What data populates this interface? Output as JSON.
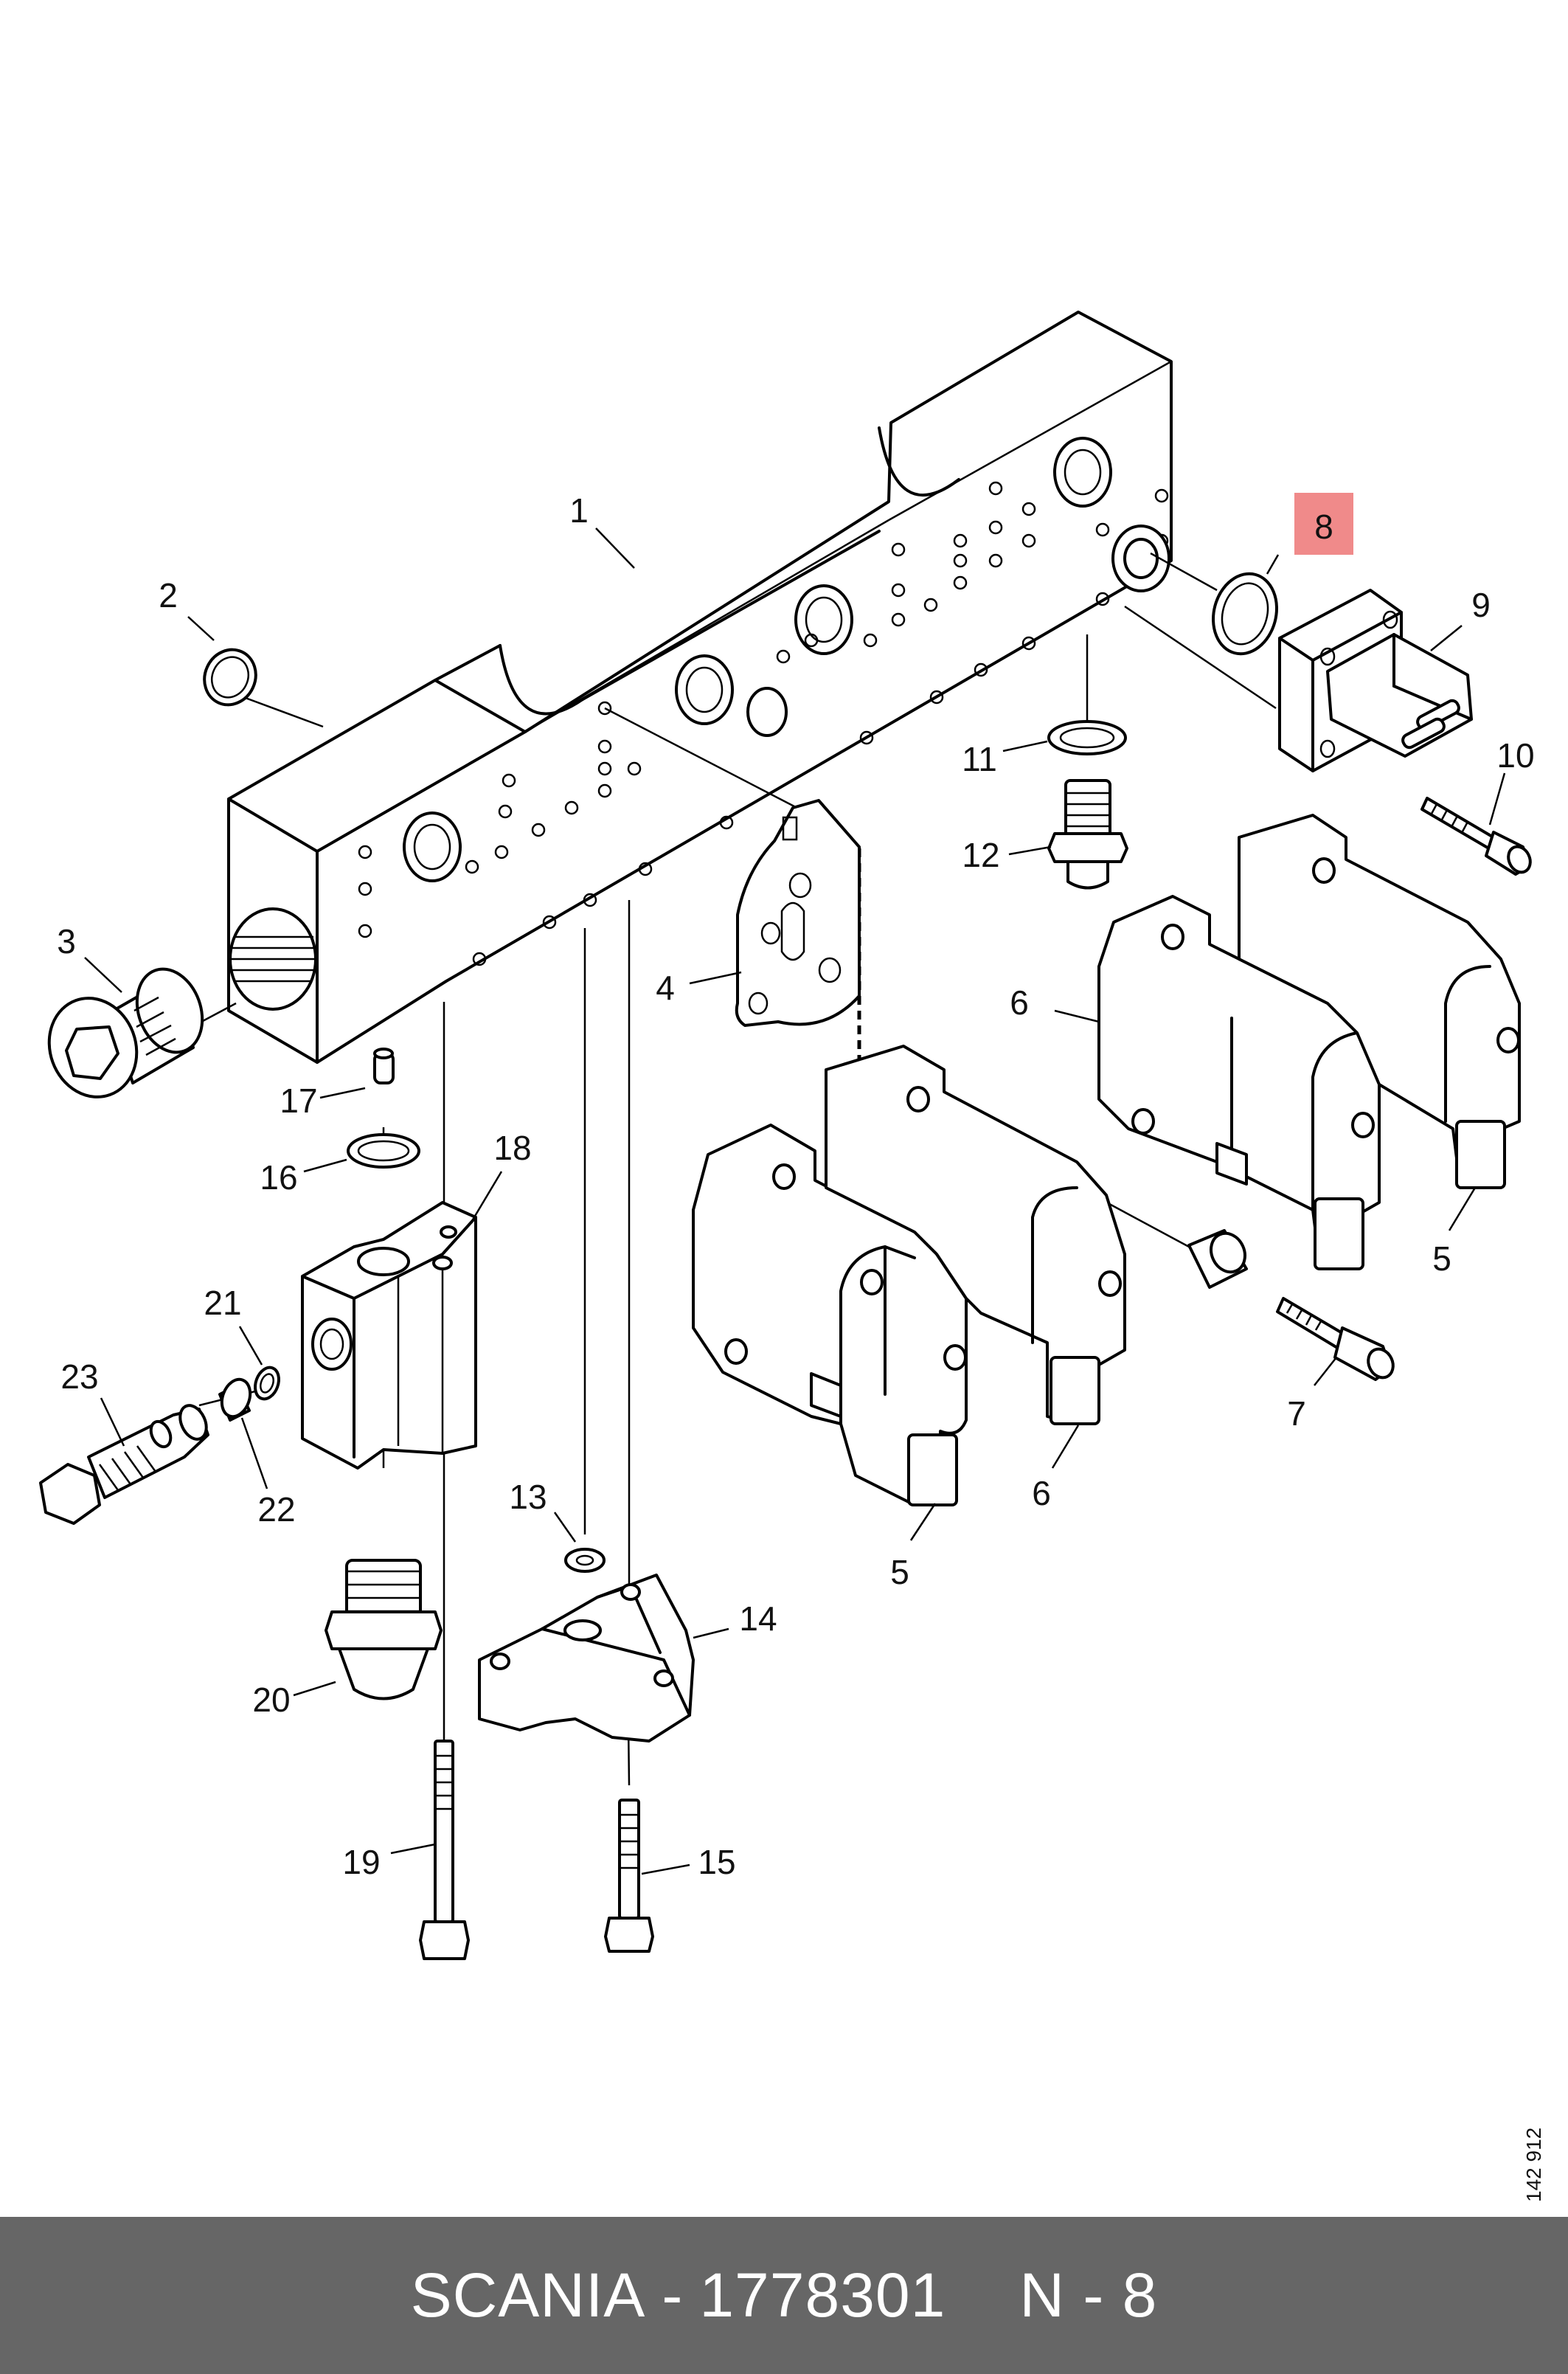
{
  "callouts": [
    {
      "n": "1"
    },
    {
      "n": "2"
    },
    {
      "n": "3"
    },
    {
      "n": "4"
    },
    {
      "n": "5"
    },
    {
      "n": "5"
    },
    {
      "n": "6"
    },
    {
      "n": "6"
    },
    {
      "n": "7"
    },
    {
      "n": "8"
    },
    {
      "n": "9"
    },
    {
      "n": "10"
    },
    {
      "n": "11"
    },
    {
      "n": "12"
    },
    {
      "n": "13"
    },
    {
      "n": "14"
    },
    {
      "n": "15"
    },
    {
      "n": "16"
    },
    {
      "n": "17"
    },
    {
      "n": "18"
    },
    {
      "n": "19"
    },
    {
      "n": "20"
    },
    {
      "n": "21"
    },
    {
      "n": "22"
    },
    {
      "n": "23"
    }
  ],
  "highlight_color": "#f08a8a",
  "drawing_number": "142 912",
  "footer": {
    "brand": "SCANIA",
    "separator": "-",
    "part_number": "1778301",
    "position": "N - 8",
    "background": "#666666"
  }
}
